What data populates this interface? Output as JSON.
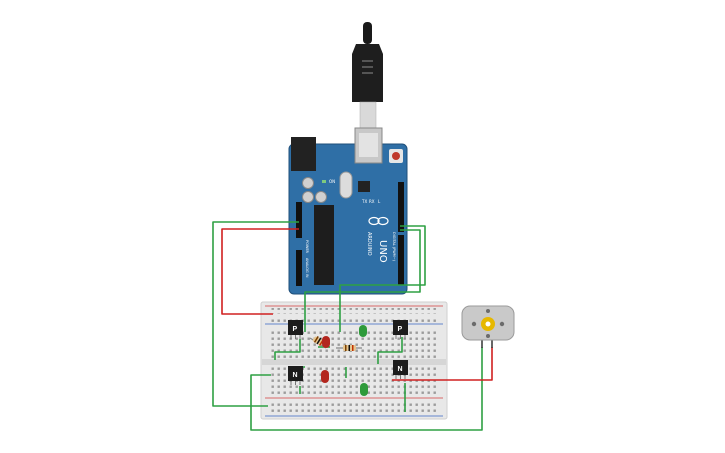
{
  "arduino": {
    "brand": "ARDUINO",
    "model": "UNO",
    "power_header_label": "POWER",
    "analog_header_label": "ANALOG IN",
    "digital_header_label": "DIGITAL (PWM~)",
    "tx_label": "TX",
    "rx_label": "RX",
    "led_label": "L",
    "on_label": "ON"
  },
  "transistors": [
    {
      "id": "q1",
      "type_label": "P"
    },
    {
      "id": "q2",
      "type_label": "P"
    },
    {
      "id": "q3",
      "type_label": "N"
    },
    {
      "id": "q4",
      "type_label": "N"
    }
  ],
  "leds": [
    {
      "id": "led1",
      "color": "#b3261e"
    },
    {
      "id": "led2",
      "color": "#b3261e"
    },
    {
      "id": "led3",
      "color": "#2e9a3a"
    },
    {
      "id": "led4",
      "color": "#2e9a3a"
    }
  ],
  "colors": {
    "board": "#2f6fa6",
    "wire_green": "#2ea043",
    "wire_red": "#d02020",
    "breadboard": "#e8e8e8",
    "motor_body": "#c9c9c9",
    "motor_shaft": "#e6b800"
  }
}
